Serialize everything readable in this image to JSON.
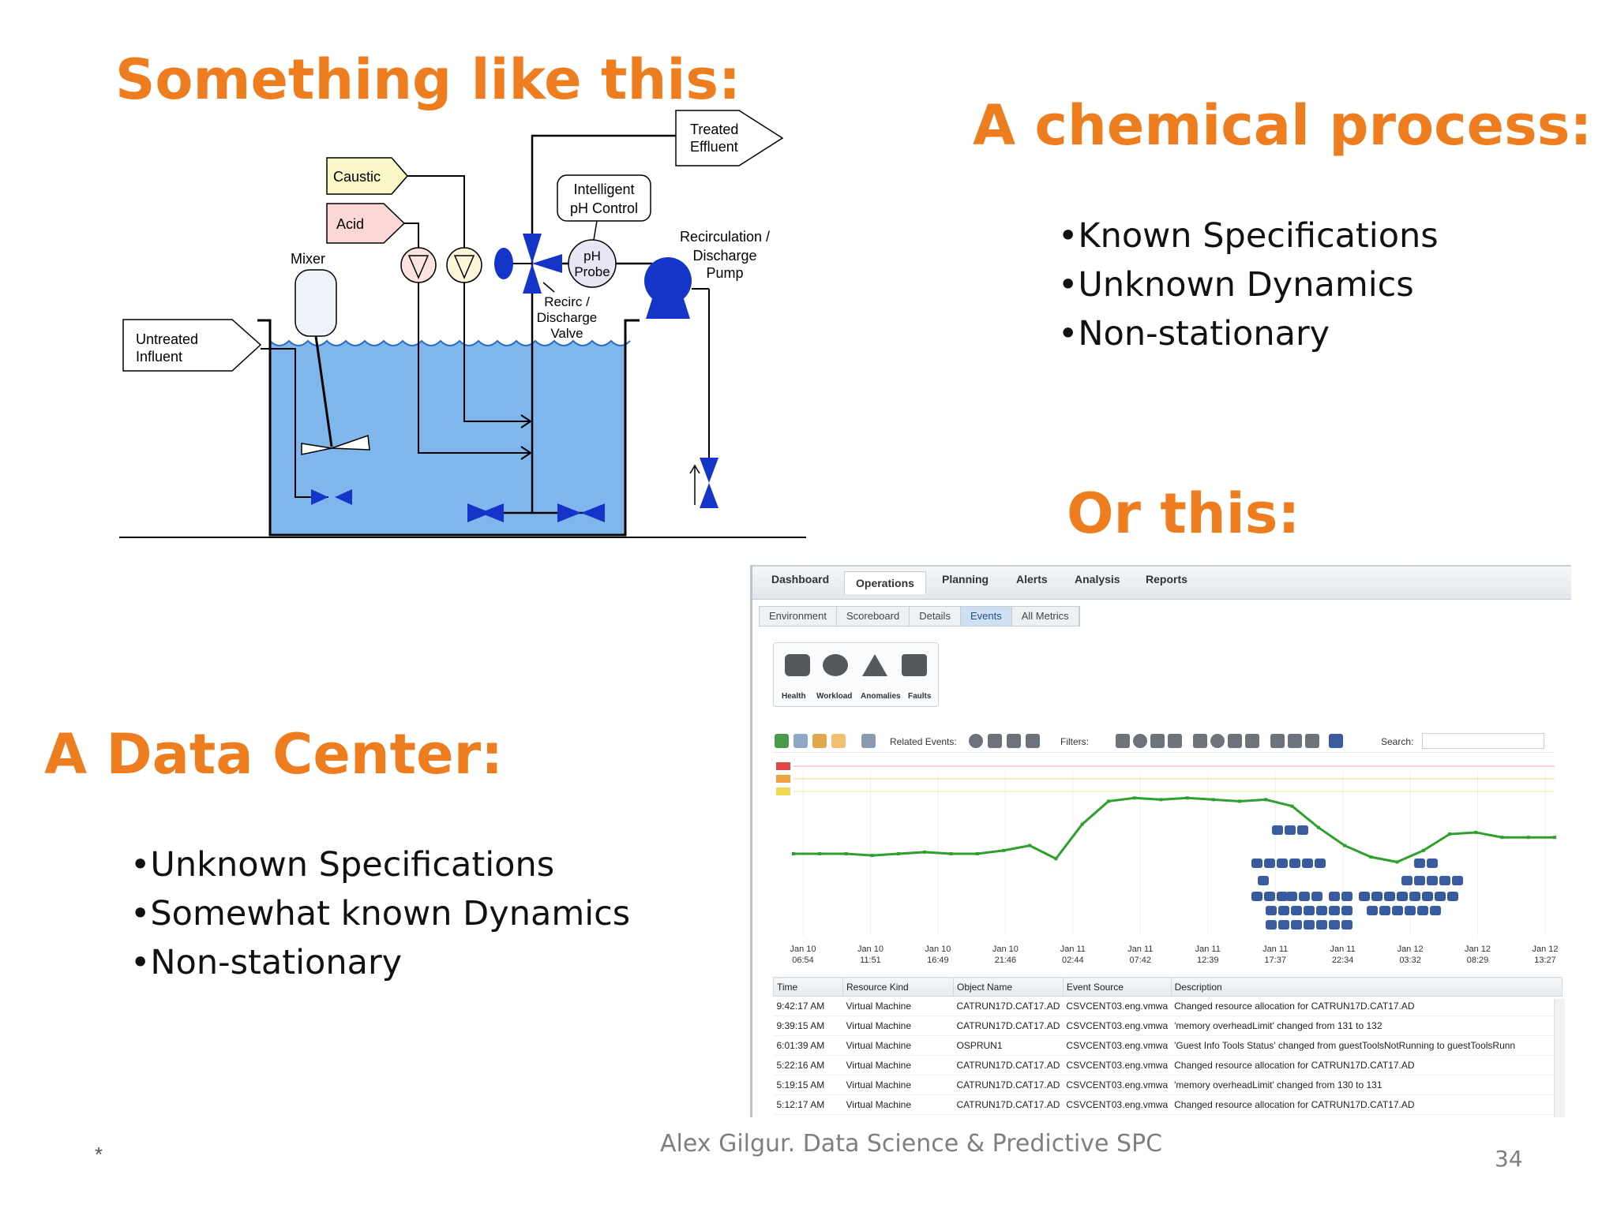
{
  "headings": {
    "something": "Something like this:",
    "chemical": "A chemical process:",
    "or_this": "Or this:",
    "data_center": "A Data Center:"
  },
  "chemical_bullets": [
    "Known Specifications",
    "Unknown Dynamics",
    "Non-stationary"
  ],
  "datacenter_bullets": [
    "Unknown Specifications",
    "Somewhat known Dynamics",
    "Non-stationary"
  ],
  "diagram": {
    "treated_effluent": [
      "Treated",
      "Effluent"
    ],
    "caustic": "Caustic",
    "acid": "Acid",
    "mixer": "Mixer",
    "untreated_influent": [
      "Untreated",
      "Influent"
    ],
    "ph_control": [
      "Intelligent",
      "pH Control"
    ],
    "ph_probe": [
      "pH",
      "Probe"
    ],
    "recirc_pump": [
      "Recirculation /",
      "Discharge",
      "Pump"
    ],
    "recirc_valve": [
      "Recirc /",
      "Discharge",
      "Valve"
    ]
  },
  "dashboard": {
    "tabs": [
      "Dashboard",
      "Operations",
      "Planning",
      "Alerts",
      "Analysis",
      "Reports"
    ],
    "subtabs": [
      "Environment",
      "Scoreboard",
      "Details",
      "Events",
      "All Metrics"
    ],
    "icon_labels": [
      "Health",
      "Workload",
      "Anomalies",
      "Faults"
    ],
    "toolbar": {
      "related_events": "Related Events:",
      "filters": "Filters:",
      "search": "Search:"
    },
    "chart_data": {
      "type": "line",
      "series": [
        {
          "values": [
            50,
            50,
            50,
            49,
            50,
            51,
            50,
            50,
            52,
            55,
            47,
            68,
            82,
            84,
            83,
            84,
            83,
            82,
            83,
            79,
            66,
            55,
            48,
            45,
            52,
            62,
            63,
            60,
            60,
            60
          ]
        }
      ],
      "x_labels": [
        [
          "Jan 10",
          "06:54"
        ],
        [
          "Jan 10",
          "11:51"
        ],
        [
          "Jan 10",
          "16:49"
        ],
        [
          "Jan 10",
          "21:46"
        ],
        [
          "Jan 11",
          "02:44"
        ],
        [
          "Jan 11",
          "07:42"
        ],
        [
          "Jan 11",
          "12:39"
        ],
        [
          "Jan 11",
          "17:37"
        ],
        [
          "Jan 11",
          "22:34"
        ],
        [
          "Jan 12",
          "03:32"
        ],
        [
          "Jan 12",
          "08:29"
        ],
        [
          "Jan 12",
          "13:27"
        ]
      ],
      "thresholds": [
        "#e04848",
        "#f0a040",
        "#f0d850"
      ],
      "line_color": "#2da02d",
      "marker_color": "#3b5ba0"
    },
    "table": {
      "columns": [
        "Time",
        "Resource Kind",
        "Object Name",
        "Event Source",
        "Description"
      ],
      "rows": [
        [
          "9:42:17 AM",
          "Virtual Machine",
          "CATRUN17D.CAT17.AD",
          "CSVCENT03.eng.vmwa",
          "Changed resource allocation for CATRUN17D.CAT17.AD"
        ],
        [
          "9:39:15 AM",
          "Virtual Machine",
          "CATRUN17D.CAT17.AD",
          "CSVCENT03.eng.vmwa",
          "'memory overheadLimit' changed from 131 to 132"
        ],
        [
          "6:01:39 AM",
          "Virtual Machine",
          "OSPRUN1",
          "CSVCENT03.eng.vmwa",
          "'Guest Info Tools Status' changed from guestToolsNotRunning to guestToolsRunn"
        ],
        [
          "5:22:16 AM",
          "Virtual Machine",
          "CATRUN17D.CAT17.AD",
          "CSVCENT03.eng.vmwa",
          "Changed resource allocation for CATRUN17D.CAT17.AD"
        ],
        [
          "5:19:15 AM",
          "Virtual Machine",
          "CATRUN17D.CAT17.AD",
          "CSVCENT03.eng.vmwa",
          "'memory overheadLimit' changed from 130 to 131"
        ],
        [
          "5:12:17 AM",
          "Virtual Machine",
          "CATRUN17D.CAT17.AD",
          "CSVCENT03.eng.vmwa",
          "Changed resource allocation for CATRUN17D.CAT17.AD"
        ]
      ]
    }
  },
  "footer": {
    "star": "*",
    "text": "Alex Gilgur.  Data Science & Predictive SPC",
    "page": "34"
  }
}
